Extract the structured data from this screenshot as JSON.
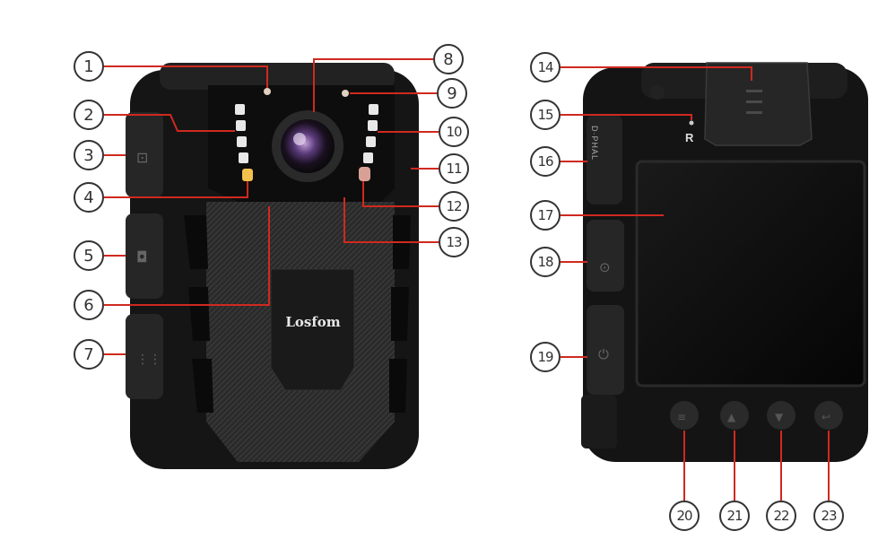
{
  "front_device": {
    "brand_logo": "Losfom",
    "callouts": [
      "1",
      "2",
      "3",
      "4",
      "5",
      "6",
      "7",
      "8",
      "9",
      "10",
      "11",
      "12",
      "13"
    ]
  },
  "back_device": {
    "r_mark": "R",
    "side_label": "D·PHAL",
    "callouts": [
      "14",
      "15",
      "16",
      "17",
      "18",
      "19",
      "20",
      "21",
      "22",
      "23"
    ]
  },
  "colors": {
    "body": "#1c1c1c",
    "callout_line": "#d0291f",
    "ir_led": "#e8e8e8",
    "amber_led": "#f2c14e",
    "pink_led": "#d9a196"
  }
}
